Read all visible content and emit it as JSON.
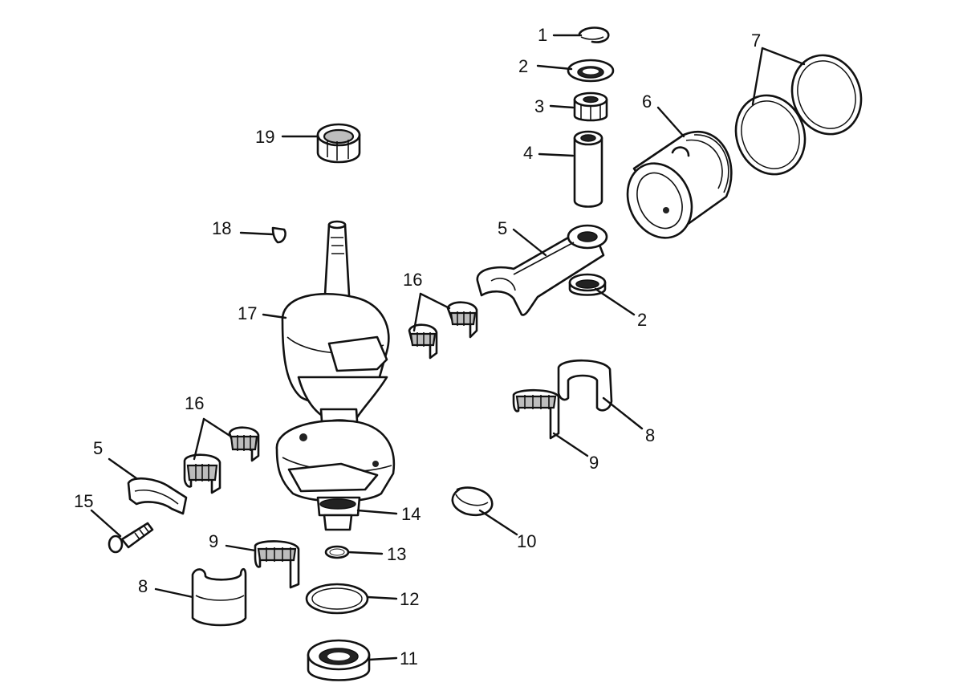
{
  "callouts": [
    {
      "id": "1",
      "text": "1"
    },
    {
      "id": "2a",
      "text": "2"
    },
    {
      "id": "3",
      "text": "3"
    },
    {
      "id": "4",
      "text": "4"
    },
    {
      "id": "5a",
      "text": "5"
    },
    {
      "id": "6",
      "text": "6"
    },
    {
      "id": "7",
      "text": "7"
    },
    {
      "id": "19",
      "text": "19"
    },
    {
      "id": "18",
      "text": "18"
    },
    {
      "id": "16a",
      "text": "16"
    },
    {
      "id": "17",
      "text": "17"
    },
    {
      "id": "2b",
      "text": "2"
    },
    {
      "id": "8a",
      "text": "8"
    },
    {
      "id": "9a",
      "text": "9"
    },
    {
      "id": "16b",
      "text": "16"
    },
    {
      "id": "5b",
      "text": "5"
    },
    {
      "id": "15",
      "text": "15"
    },
    {
      "id": "14",
      "text": "14"
    },
    {
      "id": "10",
      "text": "10"
    },
    {
      "id": "9b",
      "text": "9"
    },
    {
      "id": "13",
      "text": "13"
    },
    {
      "id": "8b",
      "text": "8"
    },
    {
      "id": "12",
      "text": "12"
    },
    {
      "id": "11",
      "text": "11"
    }
  ]
}
